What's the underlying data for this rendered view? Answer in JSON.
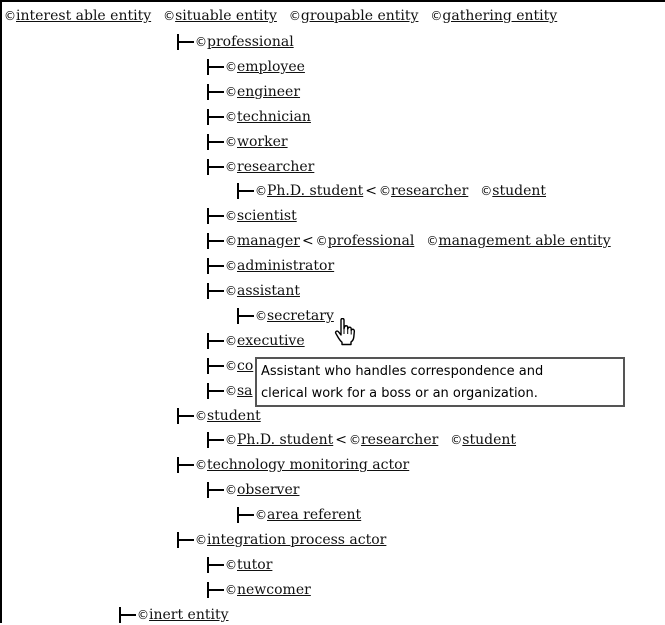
{
  "copy_mark": "©",
  "header": {
    "items": [
      "interest able entity",
      "situable entity",
      "groupable entity",
      "gathering entity"
    ]
  },
  "tree": [
    {
      "indent": 175,
      "label": "professional"
    },
    {
      "indent": 205,
      "label": "employee"
    },
    {
      "indent": 205,
      "label": "engineer"
    },
    {
      "indent": 205,
      "label": "technician"
    },
    {
      "indent": 205,
      "label": "worker"
    },
    {
      "indent": 205,
      "label": "researcher"
    },
    {
      "indent": 235,
      "label": "Ph.D. student",
      "parents": [
        "researcher",
        "student"
      ]
    },
    {
      "indent": 205,
      "label": "scientist"
    },
    {
      "indent": 205,
      "label": "manager",
      "parents": [
        "professional",
        "management able entity"
      ]
    },
    {
      "indent": 205,
      "label": "administrator"
    },
    {
      "indent": 205,
      "label": "assistant"
    },
    {
      "indent": 235,
      "label": "secretary"
    },
    {
      "indent": 205,
      "label": "executive"
    },
    {
      "indent": 205,
      "label": "co"
    },
    {
      "indent": 205,
      "label": "sa"
    },
    {
      "indent": 175,
      "label": "student"
    },
    {
      "indent": 205,
      "label": "Ph.D. student",
      "parents": [
        "researcher",
        "student"
      ]
    },
    {
      "indent": 175,
      "label": "technology monitoring actor"
    },
    {
      "indent": 205,
      "label": "observer"
    },
    {
      "indent": 235,
      "label": "area referent"
    },
    {
      "indent": 175,
      "label": "integration process actor"
    },
    {
      "indent": 205,
      "label": "tutor"
    },
    {
      "indent": 205,
      "label": "newcomer"
    },
    {
      "indent": 117,
      "label": "inert entity"
    }
  ],
  "tooltip": {
    "line1": "Assistant who handles correspondence and",
    "line2": "clerical work for a boss or an organization."
  },
  "cursor_icon": "hand-pointer-icon"
}
